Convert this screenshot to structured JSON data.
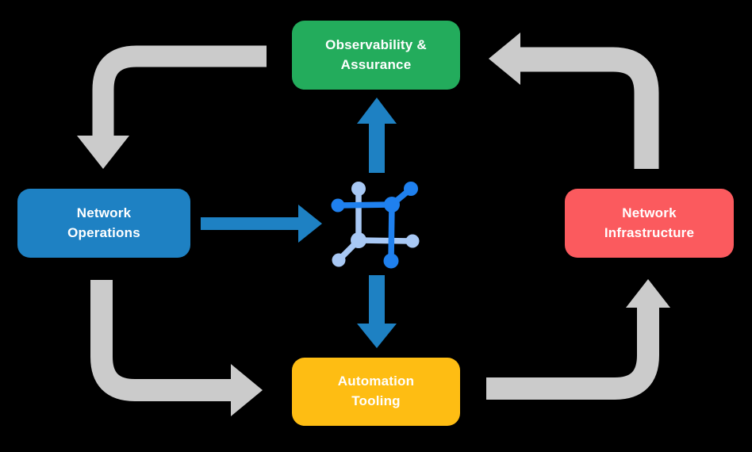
{
  "diagram": {
    "background_color": "#000000",
    "text_color": "#FFFFFF",
    "nodes": [
      {
        "id": "observability-assurance",
        "line1": "Observability &",
        "line2": "Assurance",
        "color": "#23AC5C"
      },
      {
        "id": "network-operations",
        "line1": "Network",
        "line2": "Operations",
        "color": "#1E81C3"
      },
      {
        "id": "network-infrastructure",
        "line1": "Network",
        "line2": "Infrastructure",
        "color": "#FB5A5E"
      },
      {
        "id": "automation-tooling",
        "line1": "Automation",
        "line2": "Tooling",
        "color": "#FEBD13"
      }
    ],
    "center_icon": {
      "name": "network-hub-icon",
      "dark_blue": "#1F80EE",
      "light_blue": "#A8C8F4"
    },
    "arrows": {
      "gray_color": "#CBCBCB",
      "blue_color": "#1E81C3",
      "connections": [
        {
          "from": "observability-assurance",
          "to": "network-operations",
          "style": "gray-elbow"
        },
        {
          "from": "network-operations",
          "to": "automation-tooling",
          "style": "gray-elbow"
        },
        {
          "from": "automation-tooling",
          "to": "network-infrastructure",
          "style": "gray-elbow"
        },
        {
          "from": "network-infrastructure",
          "to": "observability-assurance",
          "style": "gray-elbow"
        },
        {
          "from": "network-operations",
          "to": "center-hub",
          "style": "blue-straight"
        },
        {
          "from": "center-hub",
          "to": "observability-assurance",
          "style": "blue-straight"
        },
        {
          "from": "center-hub",
          "to": "automation-tooling",
          "style": "blue-straight"
        }
      ]
    }
  }
}
